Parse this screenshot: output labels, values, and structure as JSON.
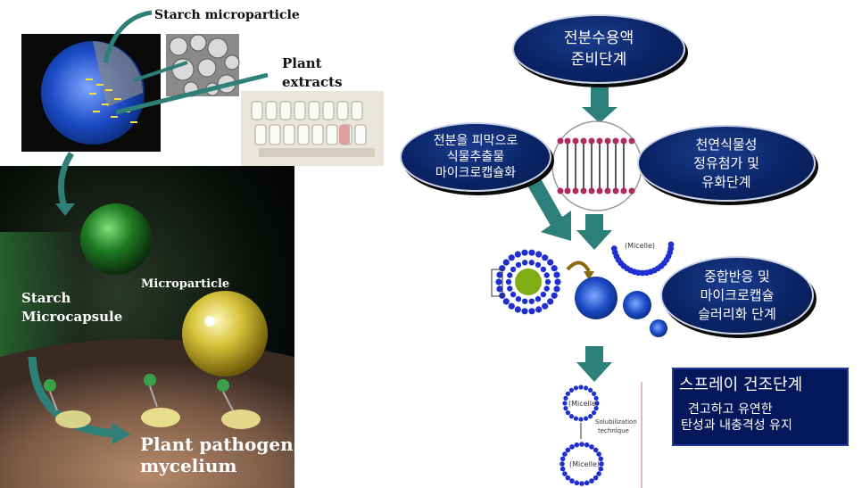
{
  "left_panel": {
    "label_starch_microparticle": "Starch microparticle",
    "label_plant_extracts_1": "Plant",
    "label_plant_extracts_2": "extracts",
    "label_microparticle": "Microparticle",
    "label_starch_microcapsule_1": "Starch",
    "label_starch_microcapsule_2": "Microcapsule",
    "label_pathogen_1": "Plant pathogen",
    "label_pathogen_2": "mycelium"
  },
  "process": {
    "step1_line1": "전분수용액",
    "step1_line2": "준비단계",
    "coat_line1": "전분을 피막으로",
    "coat_line2": "식물추출물",
    "coat_line3": "마이크로캡슐화",
    "step2_line1": "천연식물성",
    "step2_line2": "정유첨가 및",
    "step2_line3": "유화단계",
    "step3_line1": "중합반응 및",
    "step3_line2": "마이크로캡슐",
    "step3_line3": "슬러리화 단계",
    "spray_title": "스프레이 건조단계",
    "spray_line1": "견고하고 유연한",
    "spray_line2": "탄성과 내충격성 유지"
  },
  "micelle_labels": {
    "micelle_top": "(Micelle)",
    "micelle_a": "(Micelle)",
    "micelle_b": "(Micelle)",
    "solubilization_1": "Solubilization",
    "solubilization_2": "technique"
  },
  "colors": {
    "ellipse_fill": "#0b2466",
    "arrow_teal": "#2d7f7a",
    "dot_blue": "#1f2fd1",
    "spray_box": "#04175a"
  }
}
